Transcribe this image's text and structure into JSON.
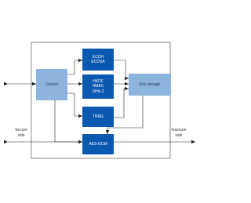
{
  "blocks": {
    "control": "Control",
    "ecdh": [
      "ECDH",
      "ECDSA"
    ],
    "hkdf": [
      "HKDF",
      "HMAC",
      "SHA-2"
    ],
    "trng": "TRNG",
    "key_storage": "Key storage",
    "aes_gcm": "AES-GCM"
  },
  "sides": {
    "secure": [
      "Secure",
      "side"
    ],
    "insecure": [
      "Insecure",
      "side"
    ]
  },
  "colors": {
    "dark_block": "#0a58b0",
    "light_block": "#8db4dc",
    "frame": "#555555",
    "arrow": "#222222"
  }
}
